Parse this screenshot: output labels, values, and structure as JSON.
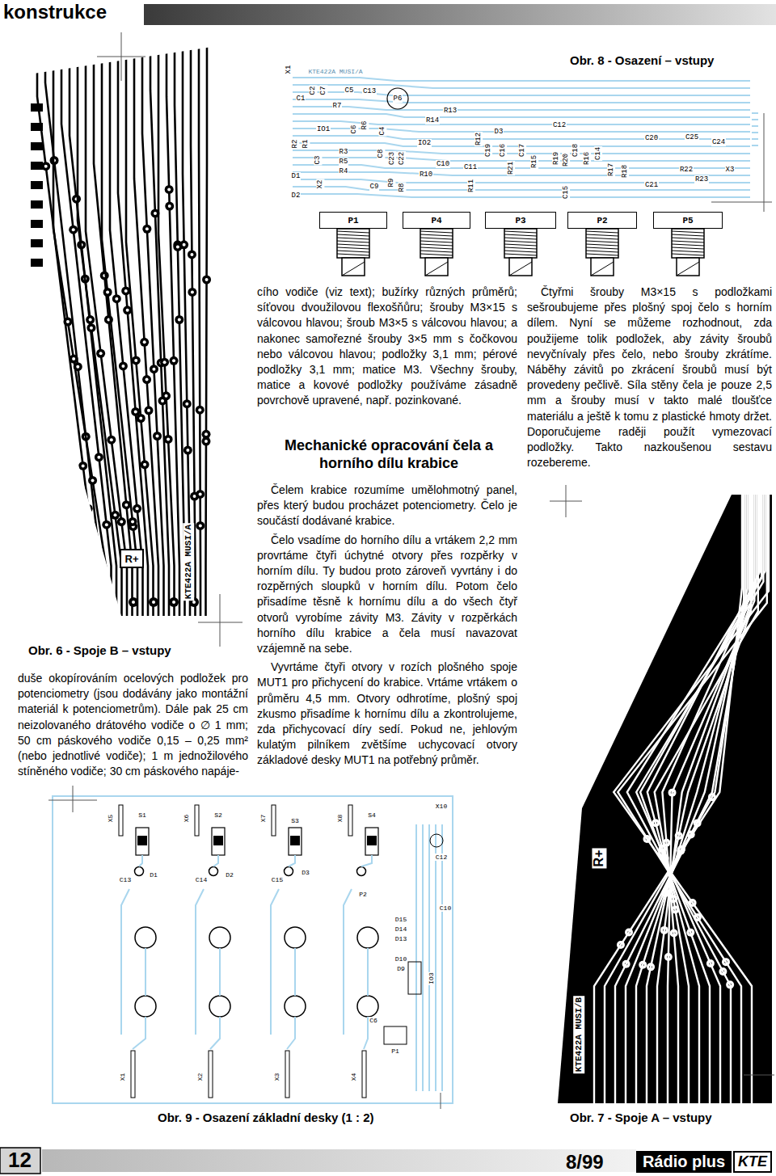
{
  "diagram": {
    "title": "konstrukce",
    "caption": "Obr. 8 - Osazení – vstupy",
    "nodes": [
      {
        "text": [
          "P1"
        ]
      },
      {
        "text": [
          "P4"
        ]
      },
      {
        "text": [
          "P3"
        ]
      },
      {
        "text": [
          "P2"
        ]
      },
      {
        "text": [
          "P5"
        ]
      },
      {
        "text": [
          "R+"
        ]
      },
      {
        "text": [
          "Rádio plus"
        ]
      },
      {
        "text": [
          "KTE"
        ]
      }
    ],
    "labels": [
      "cího vodiče (viz text); bužírky různých průměrů; síťovou dvoužilovou flexošňůru; šrouby M3×15 s válcovou hlavou; šroub M3×5 s válcovou hlavou; a nakonec samořezné šrouby 3×5 mm s čočkovou nebo válcovou hlavou; podložky 3,1 mm; pérové podložky 3,1 mm; matice M3. Všechny šrouby, matice a kovové podložky používáme zásadně povrchově upravené, např. pozinkované.",
      "Mechanické opracování čela a horního dílu krabice",
      "Čelem krabice rozumíme umělohmotný panel, přes který budou procházet potenciometry. Čelo je součástí dodávané krabice.",
      "Čelo vsadíme do horního dílu a vrtákem 2,2 mm provrtáme čtyři úchytné otvory přes rozpěrky v horním dílu. Ty budou proto zároveň vyvrtány i do rozpěrných sloupků v horním dílu. Potom čelo přisadíme těsně k hornímu dílu a do všech čtyř otvorů vyrobíme závity M3. Závity v rozpěrkách horního dílu krabice a čela musí navazovat vzájemně na sebe.",
      "Vyvrtáme čtyři otvory v rozích plošného spoje MUT1 pro přichycení do krabice. Vrtáme vrtákem o průměru 4,5 mm. Otvory odhrotíme, plošný spoj zkusmo přisadíme k hornímu dílu a zkontrolujeme, zda přichycovací díry sedí. Pokud ne, jehlovým kulatým pilníkem zvětšíme uchycovací otvory základové desky MUT1 na potřebný průměr.",
      "Čtyřmi šrouby M3×15 s podložkami sešroubujeme přes plošný spoj čelo s horním dílem. Nyní se můžeme rozhodnout, zda použijeme tolik podložek, aby závity šroubů nevyčnívaly přes čelo, nebo šrouby zkrátíme. Náběhy závitů po zkrácení šroubů musí být provedeny pečlivě. Síla stěny čela je pouze 2,5 mm a šrouby musí v takto malé tloušťce materiálu a ještě k tomu z plastické hmoty držet. Doporučujeme raději použít vymezovací podložky. Takto nazkoušenou sestavu rozebereme.",
      "duše okopírováním ocelových podložek pro potenciometry (jsou dodávány jako montážní materiál k potenciometrům). Dále pak 25 cm neizolovaného drátového vodiče o ∅ 1 mm; 50 cm páskového vodiče 0,15 – 0,25 mm² (nebo jednotlivé vodiče); 1 m jednožilového stíněného vodiče; 30 cm páskového napáje-",
      "Obr. 6 - Spoje B – vstupy",
      "Obr. 9 - Osazení základní desky (1 : 2)",
      "Obr. 7 - Spoje A – vstupy",
      "12",
      "8/99",
      "KTE422A MUSI/A",
      "KTE422A MUSI/B",
      "R+",
      "KTE422A MUSI/A",
      "X1",
      "C1",
      "C2",
      "C7",
      "C5",
      "R7",
      "C13",
      "P6",
      "R14",
      "R13",
      "R2",
      "R1",
      "IO1",
      "C6",
      "R6",
      "C4",
      "IO2",
      "D3",
      "C12",
      "C19",
      "R12",
      "C16",
      "C17",
      "C20",
      "C25",
      "C24",
      "R3",
      "R5",
      "R4",
      "C3",
      "C8",
      "C23",
      "C22",
      "C10",
      "C11",
      "R10",
      "R11",
      "R21",
      "R15",
      "R19",
      "R20",
      "C18",
      "R16",
      "C14",
      "R17",
      "R18",
      "R22",
      "R23",
      "X3",
      "D1",
      "D2",
      "X2",
      "C9",
      "R9",
      "R8",
      "C15",
      "C21",
      "S1",
      "S2",
      "S3",
      "S4",
      "X5",
      "X6",
      "X7",
      "X8",
      "X10",
      "C13",
      "D1",
      "C14",
      "D2",
      "C15",
      "D3",
      "X1",
      "X2",
      "X3",
      "X4",
      "C12",
      "P2",
      "D15",
      "D14",
      "D13",
      "D10",
      "D9",
      "IO3",
      "C10",
      "C6",
      "P1"
    ]
  }
}
